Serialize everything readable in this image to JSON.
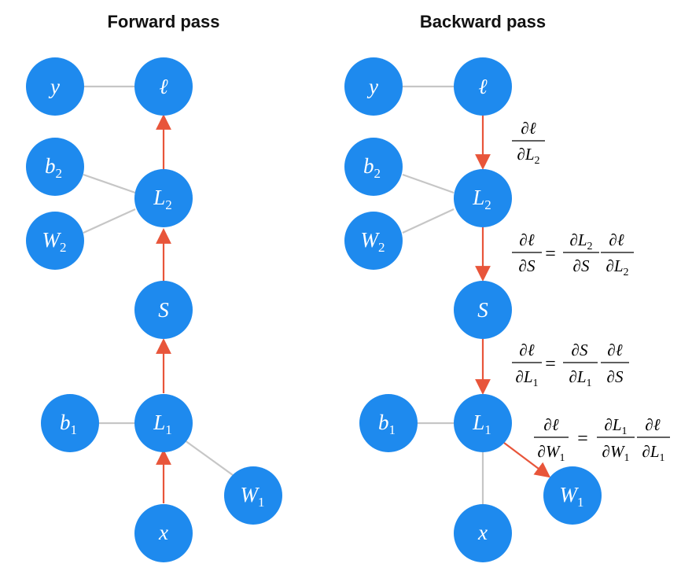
{
  "titles": {
    "forward": "Forward pass",
    "backward": "Backward pass"
  },
  "colors": {
    "node": "#1E8AEE",
    "edge_grey": "#C6C6C6",
    "edge_red": "#E8553A"
  },
  "nodes": {
    "y": {
      "main": "y",
      "sub": ""
    },
    "loss": {
      "main": "ℓ",
      "sub": ""
    },
    "b2": {
      "main": "b",
      "sub": "2"
    },
    "L2": {
      "main": "L",
      "sub": "2"
    },
    "W2": {
      "main": "W",
      "sub": "2"
    },
    "S": {
      "main": "S",
      "sub": ""
    },
    "b1": {
      "main": "b",
      "sub": "1"
    },
    "L1": {
      "main": "L",
      "sub": "1"
    },
    "W1": {
      "main": "W",
      "sub": "1"
    },
    "x": {
      "main": "x",
      "sub": ""
    }
  },
  "equations": {
    "partial": "∂",
    "loss": "ℓ",
    "equals": "=",
    "L": "L",
    "S": "S",
    "W": "W",
    "sub1": "1",
    "sub2": "2"
  }
}
